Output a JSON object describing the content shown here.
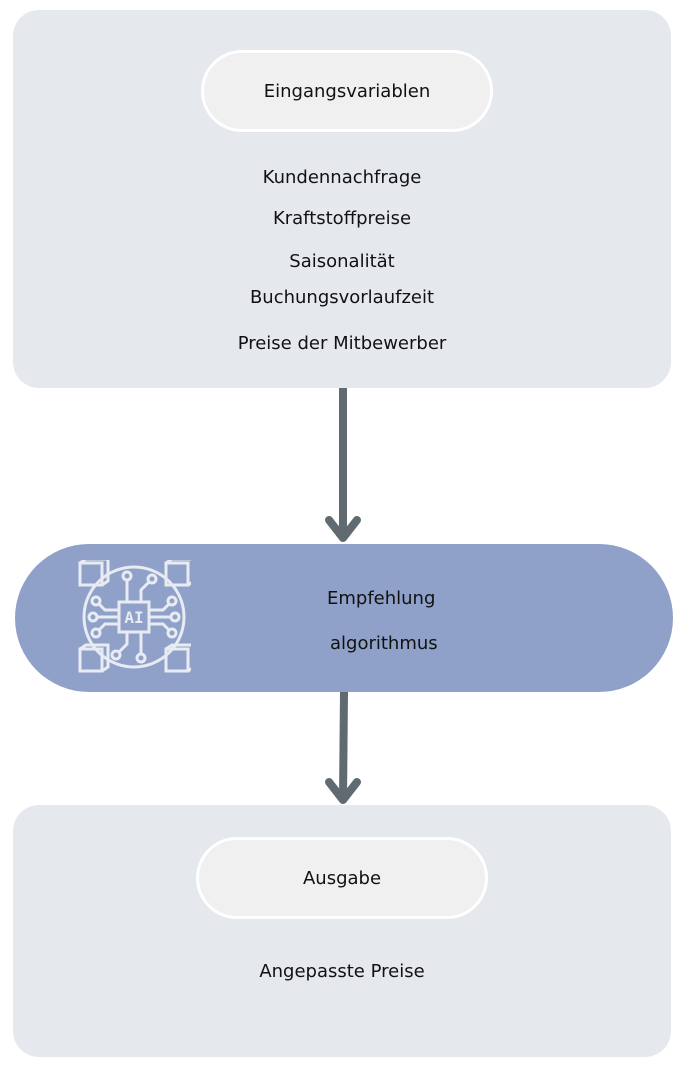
{
  "input": {
    "title": "Eingangsvariablen",
    "items": [
      "Kundennachfrage",
      "Kraftstoffpreise",
      "Saisonalität",
      "Buchungsvorlaufzeit",
      "Preise der Mitbewerber"
    ]
  },
  "algorithm": {
    "icon": "ai-chip-icon",
    "line1": "Empfehlung",
    "line2": "algorithmus"
  },
  "output": {
    "title": "Ausgabe",
    "items": [
      "Angepasste Preise"
    ]
  },
  "colors": {
    "panel": "#e5e8ed",
    "pill": "#f1f0f1",
    "algorithm": "#8fa1c9",
    "arrow": "#5f6a71"
  }
}
